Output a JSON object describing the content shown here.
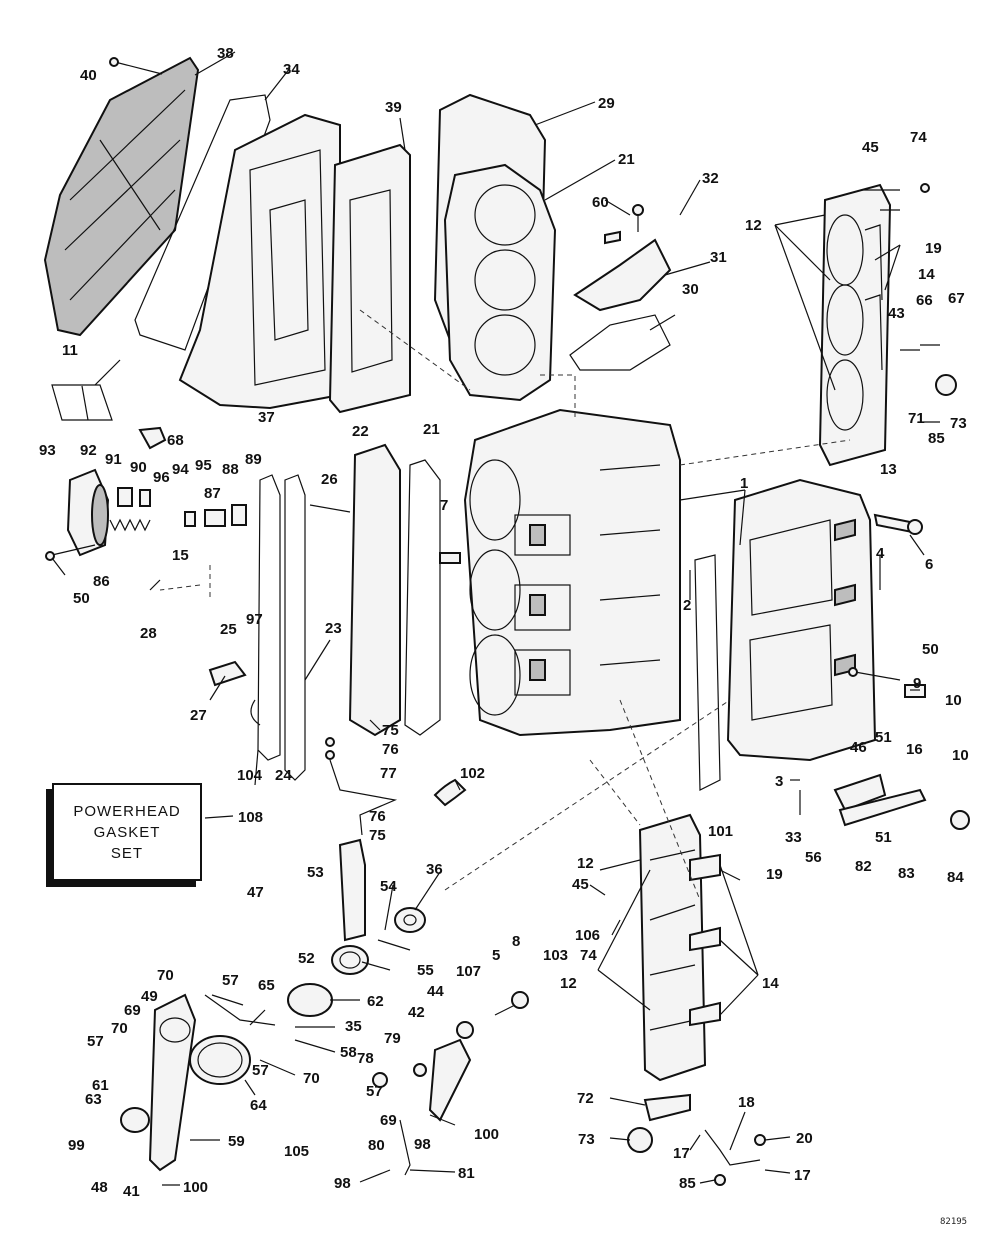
{
  "gasket_box": {
    "lines": [
      "POWERHEAD",
      "GASKET",
      "SET"
    ]
  },
  "drawing_number": "82195",
  "callouts": [
    "40",
    "38",
    "34",
    "39",
    "29",
    "21",
    "32",
    "60",
    "31",
    "30",
    "45",
    "74",
    "12",
    "19",
    "14",
    "43",
    "66",
    "67",
    "73",
    "85",
    "71",
    "13",
    "11",
    "37",
    "68",
    "22",
    "21",
    "26",
    "93",
    "92",
    "91",
    "90",
    "96",
    "94",
    "95",
    "88",
    "89",
    "87",
    "7",
    "1",
    "6",
    "4",
    "2",
    "86",
    "50",
    "15",
    "25",
    "97",
    "28",
    "23",
    "50",
    "9",
    "10",
    "10",
    "27",
    "75",
    "76",
    "77",
    "102",
    "104",
    "24",
    "46",
    "51",
    "16",
    "101",
    "3",
    "33",
    "51",
    "83",
    "84",
    "56",
    "82",
    "108",
    "76",
    "75",
    "36",
    "12",
    "19",
    "47",
    "53",
    "54",
    "45",
    "106",
    "74",
    "103",
    "52",
    "55",
    "8",
    "5",
    "107",
    "12",
    "14",
    "70",
    "57",
    "65",
    "62",
    "49",
    "69",
    "70",
    "57",
    "35",
    "58",
    "70",
    "42",
    "44",
    "79",
    "78",
    "57",
    "61",
    "63",
    "64",
    "57",
    "80",
    "69",
    "98",
    "100",
    "105",
    "72",
    "18",
    "20",
    "99",
    "59",
    "73",
    "17",
    "48",
    "41",
    "100",
    "98",
    "81",
    "85",
    "17"
  ]
}
